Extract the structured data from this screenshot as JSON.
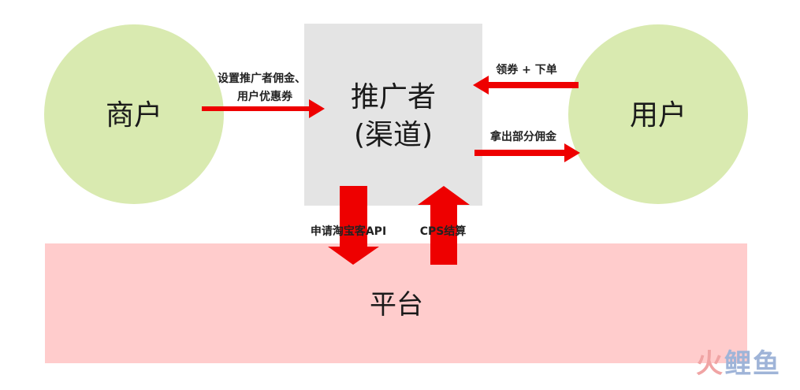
{
  "nodes": {
    "merchant": {
      "label": "商户"
    },
    "promoter": {
      "label_line1": "推广者",
      "label_line2": "(渠道)"
    },
    "user": {
      "label": "用户"
    },
    "platform": {
      "label": "平台"
    }
  },
  "edges": {
    "merchant_to_promoter": {
      "label_line1": "设置推广者佣金、",
      "label_line2": "用户优惠券"
    },
    "user_to_promoter": {
      "label": "领券 + 下单"
    },
    "promoter_to_user": {
      "label": "拿出部分佣金"
    },
    "promoter_to_platform": {
      "label": "申请淘宝客API"
    },
    "platform_to_promoter": {
      "label": "CPS结算"
    }
  },
  "watermark": {
    "part1": "火",
    "part2": "鲤鱼"
  },
  "colors": {
    "circle_fill": "#d9eab0",
    "promoter_fill": "#e4e4e4",
    "platform_fill": "#ffcccc",
    "arrow": "#ee0000"
  }
}
